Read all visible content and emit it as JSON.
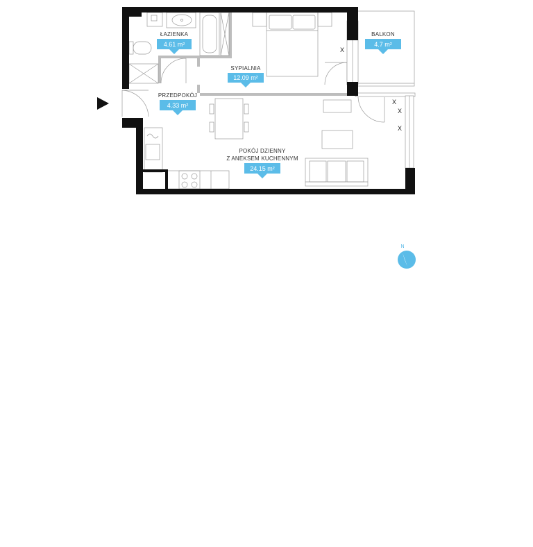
{
  "colors": {
    "wall": "#111111",
    "accent": "#5bbce8",
    "furniture": "#9a9a9a"
  },
  "rooms": [
    {
      "id": "bathroom",
      "name": "ŁAZIENKA",
      "area": "4.61 m²"
    },
    {
      "id": "bedroom",
      "name": "SYPIALNIA",
      "area": "12.09 m²"
    },
    {
      "id": "balcony",
      "name": "BALKON",
      "area": "4.7 m²"
    },
    {
      "id": "hallway",
      "name": "PRZEDPOKÓJ",
      "area": "4.33 m²"
    },
    {
      "id": "living",
      "name": "POKÓJ DZIENNY",
      "name_line2": "Z ANEKSEM KUCHENNYM",
      "area": "24.15 m²"
    }
  ],
  "markers": [
    "X",
    "X",
    "X",
    "X"
  ],
  "compass": {
    "label": "N",
    "icon": "compass-icon"
  },
  "entrance": {
    "icon": "entrance-arrow-icon"
  }
}
